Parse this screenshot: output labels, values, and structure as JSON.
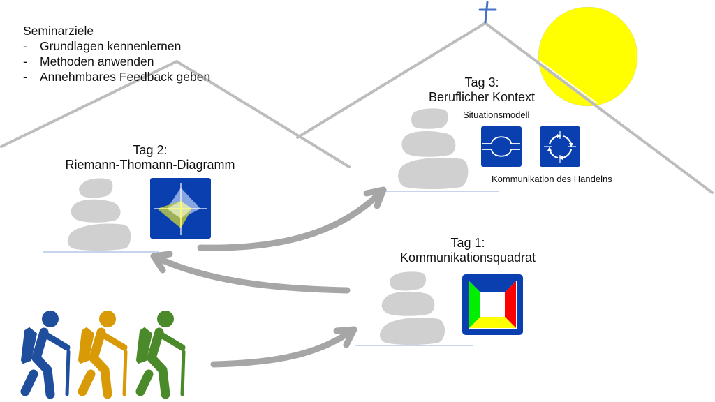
{
  "goals": {
    "title": "Seminarziele",
    "items": [
      "Grundlagen kennenlernen",
      "Methoden anwenden",
      "Annehmbares Feedback geben"
    ],
    "bullet": "-"
  },
  "days": [
    {
      "day": "Tag 1:",
      "topic": "Kommunikationsquadrat",
      "icon": "communication-square-icon"
    },
    {
      "day": "Tag 2:",
      "topic": "Riemann-Thomann-Diagramm",
      "icon": "riemann-thomann-diagram-icon"
    },
    {
      "day": "Tag 3:",
      "topic": "Beruflicher Kontext",
      "icon": "situation-model-icon"
    }
  ],
  "day3_sub": {
    "situation_model": "Situationsmodell",
    "communication_of_action": "Kommunikation des Handelns"
  },
  "colors": {
    "mountain": "#bdbdbd",
    "cross": "#4472c4",
    "sun": "#ffff00",
    "stone": "#d0d0d0",
    "arrow": "#a6a6a6",
    "ground_line": "#b4c7e7",
    "icon_bg": "#0a3fb0",
    "hiker_blue": "#1f4e9c",
    "hiker_orange": "#d99a07",
    "hiker_green": "#4b8a2a",
    "quad_top": "#0a3fb0",
    "quad_left": "#00ee00",
    "quad_right": "#ff0000",
    "quad_bottom": "#ffff00"
  }
}
